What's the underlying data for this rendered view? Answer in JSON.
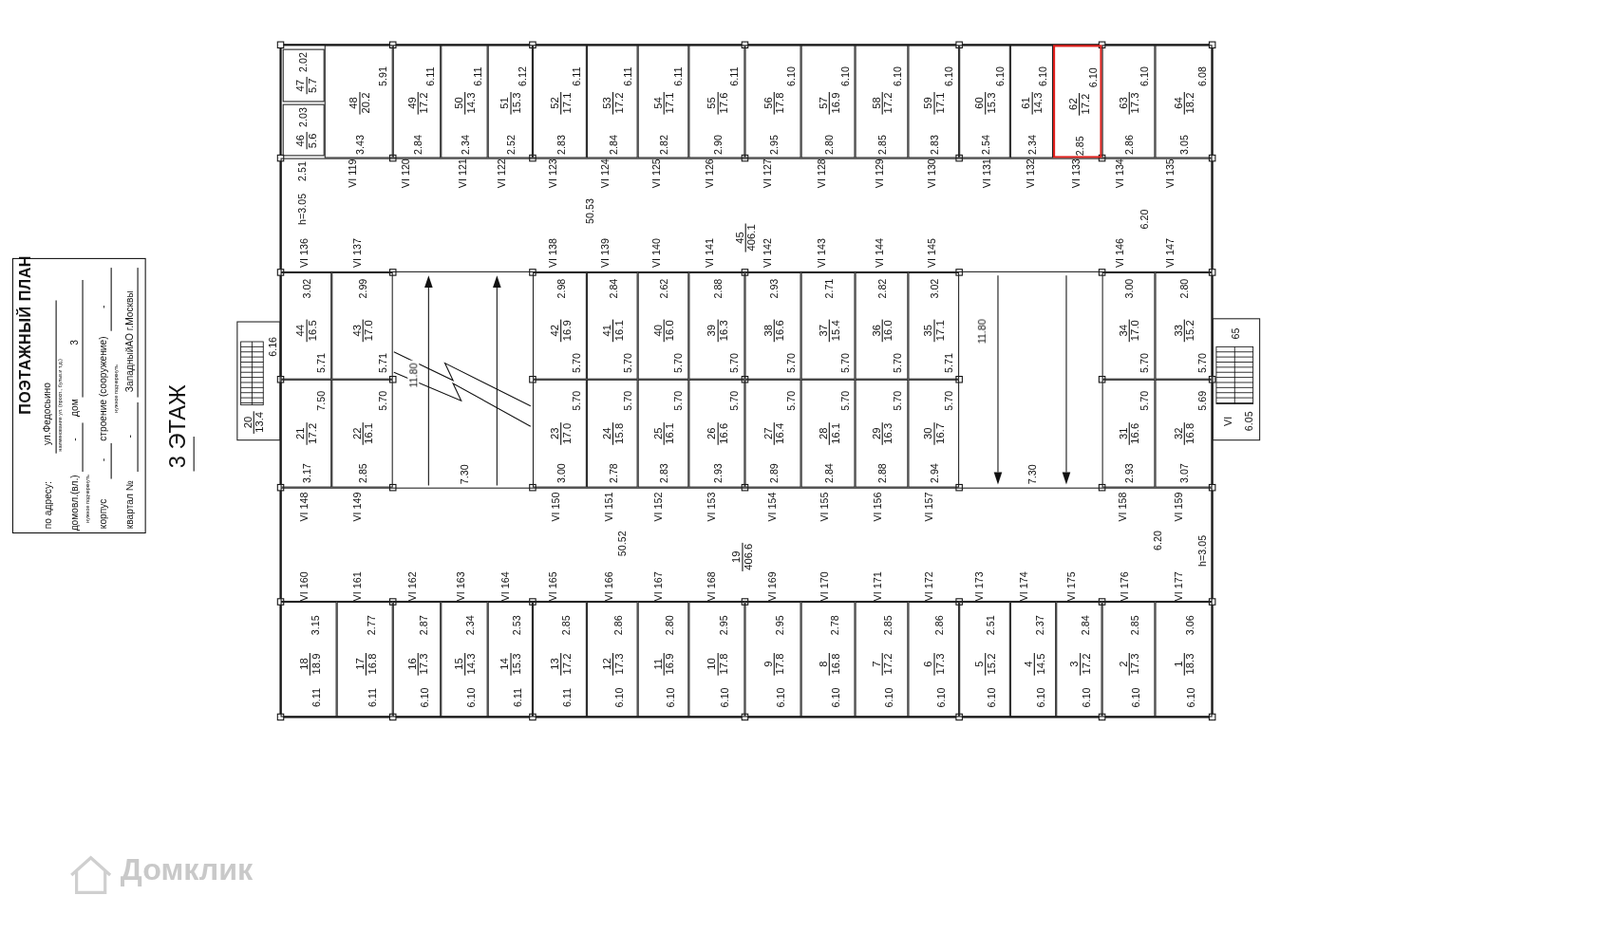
{
  "diagram": {
    "title": "3 ЭТАЖ",
    "nodes": [
      {
        "text": [
          "ПОЭТАЖНЫЙ ПЛАН",
          "по адресу:",
          "ул.Федосьино",
          "наименование ул. (просп., бульв.и т.д.)",
          "домовл.(вл.)",
          "-",
          "дом",
          "3",
          "нужное подчеркнуть",
          "корпус",
          "-",
          "строение (сооружение)",
          "-",
          "нужное подчеркнуть",
          "квартал №",
          "-",
          "ЗападныйАО г.Москвы"
        ]
      },
      {
        "text": [
          "47",
          "5.7",
          "2.02"
        ]
      },
      {
        "text": [
          "46",
          "5.6",
          "2.03"
        ]
      },
      {
        "text": [
          "48",
          "20.2",
          "5.91",
          "3.43"
        ]
      },
      {
        "text": [
          "49",
          "17.2",
          "6.11",
          "2.84"
        ]
      },
      {
        "text": [
          "50",
          "14.3",
          "6.11",
          "2.34"
        ]
      },
      {
        "text": [
          "51",
          "15.3",
          "6.12",
          "2.52"
        ]
      },
      {
        "text": [
          "52",
          "17.1",
          "6.11",
          "2.83"
        ]
      },
      {
        "text": [
          "53",
          "17.2",
          "6.11",
          "2.84"
        ]
      },
      {
        "text": [
          "54",
          "17.1",
          "6.11",
          "2.82"
        ]
      },
      {
        "text": [
          "55",
          "17.6",
          "6.11",
          "2.90"
        ]
      },
      {
        "text": [
          "56",
          "17.8",
          "6.10",
          "2.95"
        ]
      },
      {
        "text": [
          "57",
          "16.9",
          "6.10",
          "2.80"
        ]
      },
      {
        "text": [
          "58",
          "17.2",
          "6.10",
          "2.85"
        ]
      },
      {
        "text": [
          "59",
          "17.1",
          "6.10",
          "2.83"
        ]
      },
      {
        "text": [
          "60",
          "15.3",
          "6.10",
          "2.54"
        ]
      },
      {
        "text": [
          "61",
          "14.3",
          "6.10",
          "2.34"
        ]
      },
      {
        "text": [
          "62",
          "17.2",
          "6.10",
          "2.85"
        ]
      },
      {
        "text": [
          "63",
          "17.3",
          "6.10",
          "2.86"
        ]
      },
      {
        "text": [
          "64",
          "18.2",
          "6.08",
          "3.05"
        ]
      },
      {
        "text": [
          "45",
          "406.1"
        ]
      },
      {
        "text": [
          "44",
          "16.5",
          "3.02",
          "5.71"
        ]
      },
      {
        "text": [
          "43",
          "17.0",
          "2.99",
          "5.71"
        ]
      },
      {
        "text": [
          "42",
          "16.9",
          "2.98",
          "5.70"
        ]
      },
      {
        "text": [
          "41",
          "16.1",
          "2.84",
          "5.70"
        ]
      },
      {
        "text": [
          "40",
          "16.0",
          "2.62",
          "5.70"
        ]
      },
      {
        "text": [
          "39",
          "16.3",
          "2.88",
          "5.70"
        ]
      },
      {
        "text": [
          "38",
          "16.6",
          "2.93",
          "5.70"
        ]
      },
      {
        "text": [
          "37",
          "15.4",
          "2.71",
          "5.70"
        ]
      },
      {
        "text": [
          "36",
          "16.0",
          "2.82",
          "5.70"
        ]
      },
      {
        "text": [
          "35",
          "17.1",
          "3.02",
          "5.71"
        ]
      },
      {
        "text": [
          "34",
          "17.0",
          "3.00",
          "5.70"
        ]
      },
      {
        "text": [
          "33",
          "15.2",
          "2.80",
          "5.70"
        ]
      },
      {
        "text": [
          "20",
          "13.4",
          "6.16"
        ]
      },
      {
        "text": [
          "65",
          "VI",
          "6.05"
        ]
      },
      {
        "text": [
          "21",
          "17.2",
          "7.50",
          "3.17"
        ]
      },
      {
        "text": [
          "22",
          "16.1",
          "5.70",
          "2.85"
        ]
      },
      {
        "text": [
          "23",
          "17.0",
          "5.70",
          "3.00"
        ]
      },
      {
        "text": [
          "24",
          "15.8",
          "5.70",
          "2.78"
        ]
      },
      {
        "text": [
          "25",
          "16.1",
          "5.70",
          "2.83"
        ]
      },
      {
        "text": [
          "26",
          "16.6",
          "5.70",
          "2.93"
        ]
      },
      {
        "text": [
          "27",
          "16.4",
          "5.70",
          "2.89"
        ]
      },
      {
        "text": [
          "28",
          "16.1",
          "5.70",
          "2.84"
        ]
      },
      {
        "text": [
          "29",
          "16.3",
          "5.70",
          "2.88"
        ]
      },
      {
        "text": [
          "30",
          "16.7",
          "5.70",
          "2.94"
        ]
      },
      {
        "text": [
          "31",
          "16.6",
          "5.70",
          "2.93"
        ]
      },
      {
        "text": [
          "32",
          "16.8",
          "5.69",
          "3.07"
        ]
      },
      {
        "text": [
          "19",
          "406.6"
        ]
      },
      {
        "text": [
          "18",
          "18.9",
          "3.15",
          "6.11"
        ]
      },
      {
        "text": [
          "17",
          "16.8",
          "2.77",
          "6.11"
        ]
      },
      {
        "text": [
          "16",
          "17.3",
          "2.87",
          "6.10"
        ]
      },
      {
        "text": [
          "15",
          "14.3",
          "2.34",
          "6.10"
        ]
      },
      {
        "text": [
          "14",
          "15.3",
          "2.53",
          "6.11"
        ]
      },
      {
        "text": [
          "13",
          "17.2",
          "2.85",
          "6.11"
        ]
      },
      {
        "text": [
          "12",
          "17.3",
          "2.86",
          "6.10"
        ]
      },
      {
        "text": [
          "11",
          "16.9",
          "2.80",
          "6.10"
        ]
      },
      {
        "text": [
          "10",
          "17.8",
          "2.95",
          "6.10"
        ]
      },
      {
        "text": [
          "9",
          "17.8",
          "2.95",
          "6.10"
        ]
      },
      {
        "text": [
          "8",
          "16.8",
          "2.78",
          "6.10"
        ]
      },
      {
        "text": [
          "7",
          "17.2",
          "2.85",
          "6.10"
        ]
      },
      {
        "text": [
          "6",
          "17.3",
          "2.86",
          "6.10"
        ]
      },
      {
        "text": [
          "5",
          "15.2",
          "2.51",
          "6.10"
        ]
      },
      {
        "text": [
          "4",
          "14.5",
          "2.37",
          "6.10"
        ]
      },
      {
        "text": [
          "3",
          "17.2",
          "2.84",
          "6.10"
        ]
      },
      {
        "text": [
          "2",
          "17.3",
          "2.85",
          "6.10"
        ]
      },
      {
        "text": [
          "1",
          "18.3",
          "3.06",
          "6.10"
        ]
      }
    ],
    "labels": [
      "VI 119",
      "VI 120",
      "VI 121",
      "VI 122",
      "VI 123",
      "VI 124",
      "VI 125",
      "VI 126",
      "VI 127",
      "VI 128",
      "VI 129",
      "VI 130",
      "VI 131",
      "VI 132",
      "VI 133",
      "VI 134",
      "VI 135",
      "VI 136",
      "VI 137",
      "VI 138",
      "VI 139",
      "VI 140",
      "VI 141",
      "VI 142",
      "VI 143",
      "VI 144",
      "VI 145",
      "VI 146",
      "VI 147",
      "2.51",
      "h=3.05",
      "50.53",
      "6.20",
      "11.80",
      "7.30",
      "11.80",
      "7.30",
      "VI 148",
      "VI 149",
      "VI 150",
      "VI 151",
      "VI 152",
      "VI 153",
      "VI 154",
      "VI 155",
      "VI 156",
      "VI 157",
      "VI 158",
      "VI 159",
      "VI 160",
      "VI 161",
      "VI 162",
      "VI 163",
      "VI 164",
      "VI 165",
      "VI 166",
      "VI 167",
      "VI 168",
      "VI 169",
      "VI 170",
      "VI 171",
      "VI 172",
      "VI 173",
      "VI 174",
      "VI 175",
      "VI 176",
      "VI 177",
      "50.52",
      "6.20",
      "h=3.05",
      "Домклик"
    ]
  }
}
